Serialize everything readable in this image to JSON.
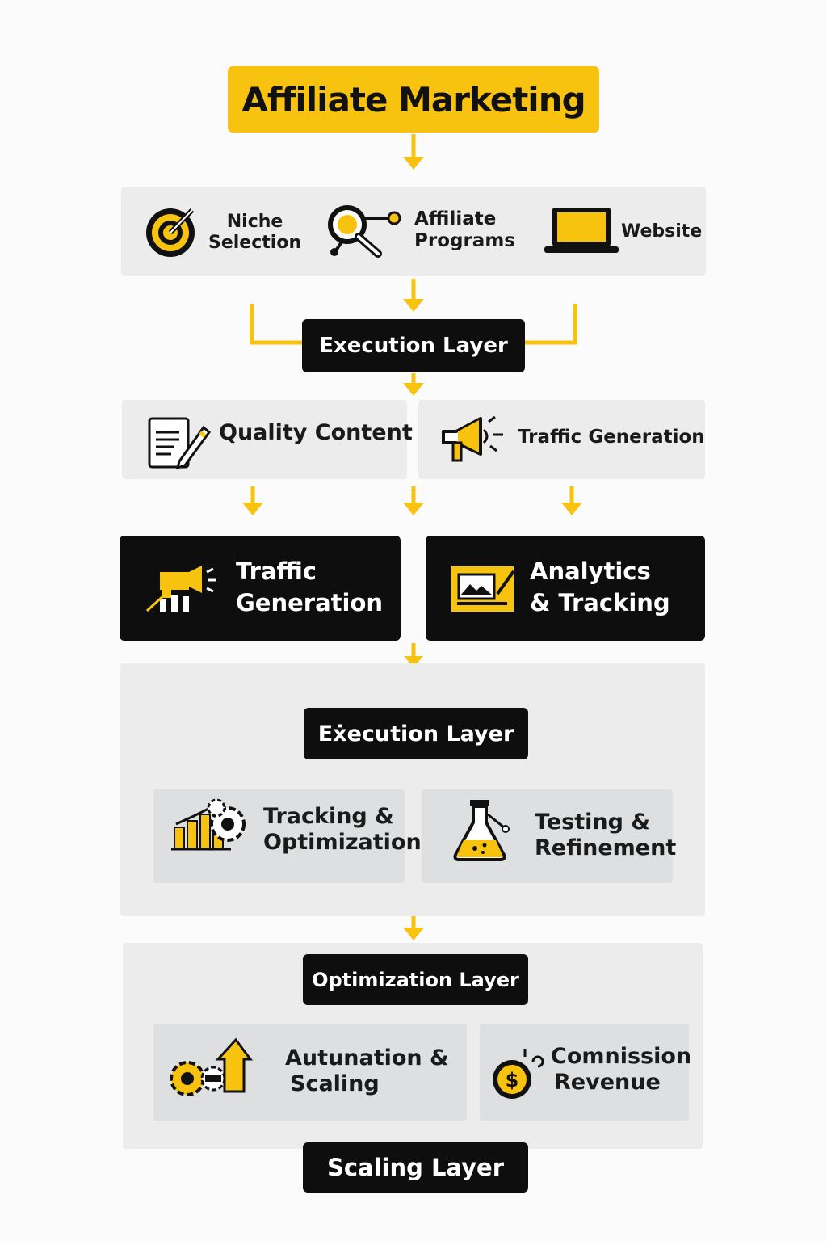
{
  "title": "Affiliate Marketing",
  "foundation": {
    "items": [
      {
        "label_line1": "Niche",
        "label_line2": "Selection",
        "icon": "target-icon"
      },
      {
        "label_line1": "Affiliate",
        "label_line2": "Programs",
        "icon": "magnifier-network-icon"
      },
      {
        "label_line1": "Website",
        "label_line2": "",
        "icon": "laptop-icon"
      }
    ]
  },
  "layer_labels": {
    "execution_1": "Execution Layer",
    "execution_2": "Eẋecution Layer",
    "optimization": "Optimization Layer",
    "scaling": "Scaling Layer"
  },
  "content_row": {
    "quality": "Quality Content",
    "traffic": "Traffic Generation"
  },
  "dark_row": {
    "traffic": {
      "line1": "Traffic",
      "line2": "Generation"
    },
    "analytics": {
      "line1": "Analytics",
      "line2": "& Tracking"
    }
  },
  "execution_row": {
    "tracking": {
      "line1": "Tracking &",
      "line2": "Optimization"
    },
    "testing": {
      "line1": "Testing &",
      "line2": "Refinement"
    }
  },
  "optimization_row": {
    "automation": {
      "line1": "Autunation &",
      "line2": "Scaling"
    },
    "commission": {
      "line1": "Comnission",
      "line2": "Revenue"
    }
  },
  "colors": {
    "accent": "#f8c30e",
    "dark": "#0e0e0e",
    "panel": "#ececed"
  }
}
